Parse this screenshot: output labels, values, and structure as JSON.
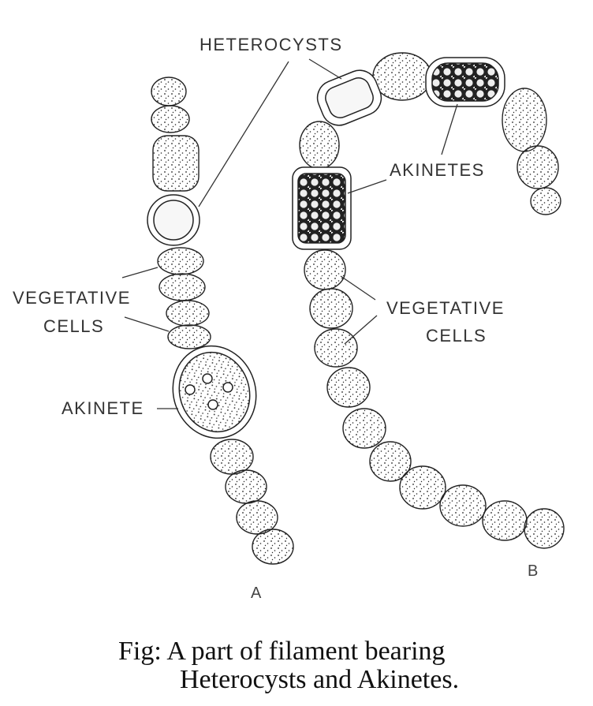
{
  "labels": {
    "heterocysts": "HETEROCYSTS",
    "akinetes": "AKINETES",
    "vegetative_a_line1": "VEGETATIVE",
    "vegetative_a_line2": "CELLS",
    "vegetative_b_line1": "VEGETATIVE",
    "vegetative_b_line2": "CELLS",
    "akinete": "AKINETE",
    "panel_a": "A",
    "panel_b": "B"
  },
  "caption": {
    "line1": "Fig: A part of filament bearing",
    "line2": "Heterocysts and Akinetes."
  },
  "colors": {
    "ink": "#222222",
    "cell_fill": "#f4f4f4",
    "heterocyst_fill": "#f7f7f7"
  }
}
